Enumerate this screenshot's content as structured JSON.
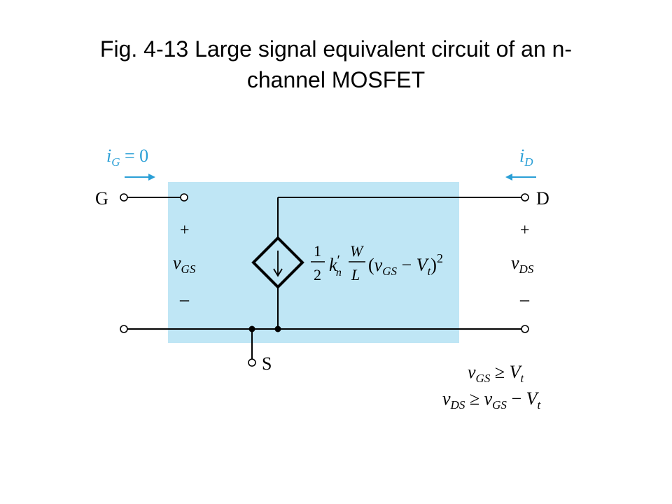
{
  "title": {
    "line1": "Fig. 4-13 Large signal equivalent circuit of an n-",
    "line2": "channel MOSFET"
  },
  "diagram": {
    "colors": {
      "box_fill": "#bfe6f5",
      "arrow": "#2a9fd6",
      "wire": "#000000"
    },
    "terminals": {
      "gate": "G",
      "drain": "D",
      "source": "S"
    },
    "gate_current": {
      "symbol": "i",
      "subscript": "G",
      "rest": " = 0"
    },
    "drain_current": {
      "symbol": "i",
      "subscript": "D"
    },
    "vgs": {
      "plus": "+",
      "symbol": "v",
      "subscript": "GS",
      "minus": "–"
    },
    "vds": {
      "plus": "+",
      "symbol": "v",
      "subscript": "DS",
      "minus": "–"
    },
    "source_formula": {
      "frac1_num": "1",
      "frac1_den": "2",
      "k": "k",
      "k_prime": "′",
      "k_sub": "n",
      "frac2_num": "W",
      "frac2_den": "L",
      "open": "(",
      "v": "v",
      "v_sub": "GS",
      "minus": " − ",
      "V": "V",
      "V_sub": "t",
      "close": ")",
      "exp": "2"
    },
    "conditions": {
      "c1": {
        "v": "v",
        "v_sub": "GS",
        "op": " ≥ ",
        "V": "V",
        "V_sub": "t"
      },
      "c2": {
        "v": "v",
        "v_sub": "DS",
        "op": " ≥ ",
        "v2": "v",
        "v2_sub": "GS",
        "minus": " − ",
        "V": "V",
        "V_sub": "t"
      }
    }
  }
}
